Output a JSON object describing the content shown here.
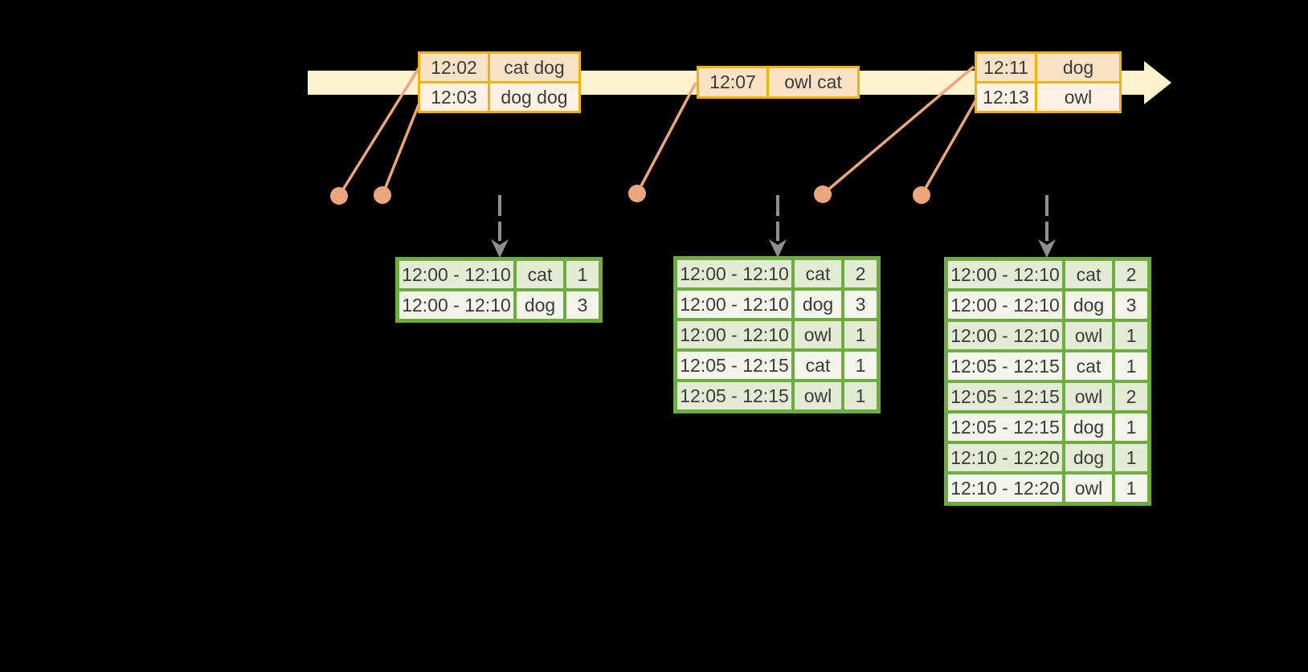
{
  "colors": {
    "background": "#000000",
    "timeline_fill": "#fcf2ce",
    "event_table_border": "#f2b20a",
    "event_row_dark": "#fae2c5",
    "event_row_light": "#fdf2e3",
    "connector_salmon": "#eca57d",
    "result_table_border": "#6eac40",
    "result_row_dark": "#e2ebd3",
    "result_row_light": "#f1f5ea",
    "trigger_arrow_gray": "#8f8f8f",
    "text": "#3b3b3b"
  },
  "icons": {
    "timeline_arrowhead": "right-arrow",
    "trigger_arrow": "dashed-down-arrow",
    "event_marker": "filled-dot"
  },
  "event_tables": [
    {
      "rows": [
        {
          "time": "12:02",
          "words": "cat dog"
        },
        {
          "time": "12:03",
          "words": "dog dog"
        }
      ]
    },
    {
      "rows": [
        {
          "time": "12:07",
          "words": "owl cat"
        }
      ]
    },
    {
      "rows": [
        {
          "time": "12:11",
          "words": "dog"
        },
        {
          "time": "12:13",
          "words": "owl"
        }
      ]
    }
  ],
  "result_tables": [
    {
      "rows": [
        {
          "window": "12:00 - 12:10",
          "word": "cat",
          "count": "1"
        },
        {
          "window": "12:00 - 12:10",
          "word": "dog",
          "count": "3"
        }
      ]
    },
    {
      "rows": [
        {
          "window": "12:00 - 12:10",
          "word": "cat",
          "count": "2"
        },
        {
          "window": "12:00 - 12:10",
          "word": "dog",
          "count": "3"
        },
        {
          "window": "12:00 - 12:10",
          "word": "owl",
          "count": "1"
        },
        {
          "window": "12:05 - 12:15",
          "word": "cat",
          "count": "1"
        },
        {
          "window": "12:05 - 12:15",
          "word": "owl",
          "count": "1"
        }
      ]
    },
    {
      "rows": [
        {
          "window": "12:00 - 12:10",
          "word": "cat",
          "count": "2"
        },
        {
          "window": "12:00 - 12:10",
          "word": "dog",
          "count": "3"
        },
        {
          "window": "12:00 - 12:10",
          "word": "owl",
          "count": "1"
        },
        {
          "window": "12:05 - 12:15",
          "word": "cat",
          "count": "1"
        },
        {
          "window": "12:05 - 12:15",
          "word": "owl",
          "count": "2"
        },
        {
          "window": "12:05 - 12:15",
          "word": "dog",
          "count": "1"
        },
        {
          "window": "12:10 - 12:20",
          "word": "dog",
          "count": "1"
        },
        {
          "window": "12:10 - 12:20",
          "word": "owl",
          "count": "1"
        }
      ]
    }
  ]
}
